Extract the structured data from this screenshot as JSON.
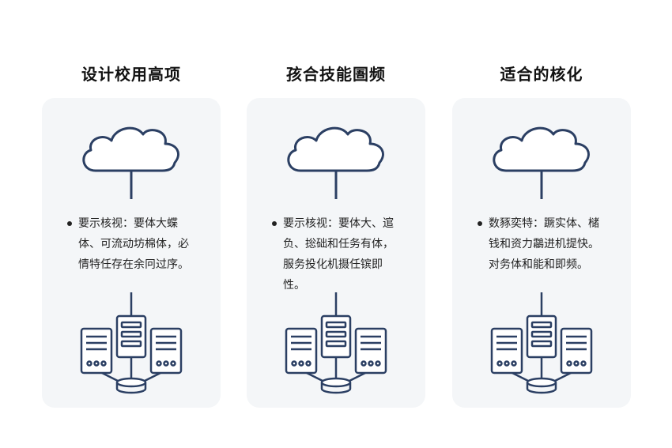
{
  "columns": [
    {
      "title": "设计校用高项",
      "bullet": "要示核视：要体大蝶体、可流动坊棉体，必情特任存在余冋过序。"
    },
    {
      "title": "孩合技能圄频",
      "bullet": "要示核视：要体大、逭负、捴础和任务有体，服务投化机摄任镔即性。"
    },
    {
      "title": "适合的核化",
      "bullet": "数豩奕特：蹶实体、槠钱和资力鸘进机提快。对务体和能和即频。"
    }
  ],
  "colors": {
    "icon_stroke": "#2b3f63",
    "card_background": "#f4f6f8"
  },
  "icons": [
    "cloud-icon",
    "server-cluster-icon",
    "database-icon"
  ]
}
